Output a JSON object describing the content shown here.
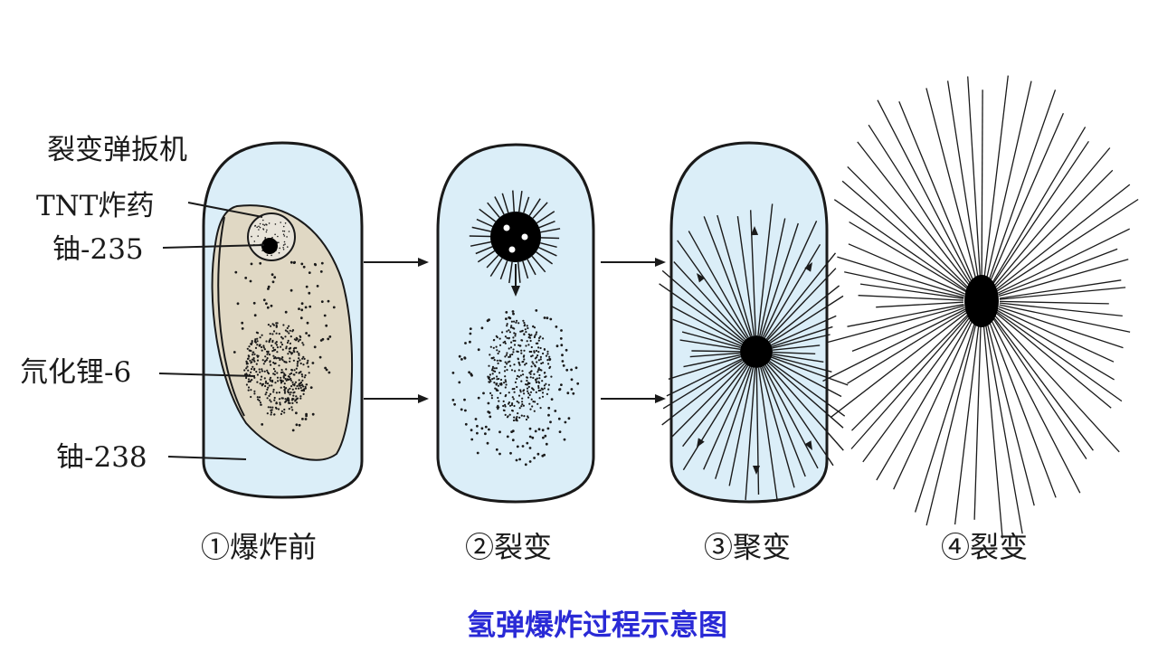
{
  "labels": {
    "fission_trigger": "裂变弹扳机",
    "tnt": "TNT炸药",
    "u235": "铀-235",
    "li6d": "氘化锂-6",
    "u238": "铀-238"
  },
  "stages": [
    {
      "caption": "①爆炸前"
    },
    {
      "caption": "②裂变"
    },
    {
      "caption": "③聚变"
    },
    {
      "caption": "④裂变"
    }
  ],
  "title": "氢弹爆炸过程示意图",
  "colors": {
    "casing_fill": "#dbeef8",
    "fusion_fuel": "#e0d8c4",
    "ink": "#1a1a1a",
    "title": "#2a2ad6"
  }
}
